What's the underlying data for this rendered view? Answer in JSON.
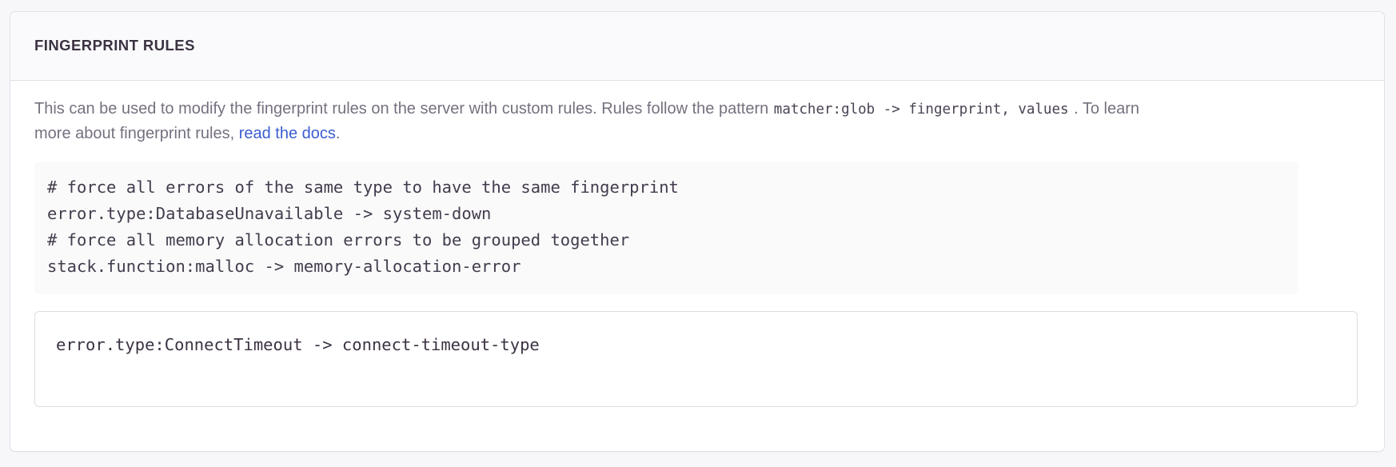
{
  "panel": {
    "title": "FINGERPRINT RULES",
    "description": {
      "part1": "This can be used to modify the fingerprint rules on the server with custom rules. Rules follow the pattern ",
      "code1": "matcher:glob -> fingerprint, values",
      "part2": " . To learn more about fingerprint rules, ",
      "link_label": "read the docs",
      "part3": "."
    },
    "example_block": {
      "lines": [
        "# force all errors of the same type to have the same fingerprint",
        "error.type:DatabaseUnavailable -> system-down",
        "# force all memory allocation errors to be grouped together",
        "stack.function:malloc -> memory-allocation-error"
      ]
    },
    "rules_input": {
      "value": "error.type:ConnectTimeout -> connect-timeout-type",
      "placeholder": ""
    }
  },
  "colors": {
    "page_background": "#f7f7fa",
    "panel_background": "#ffffff",
    "panel_header_background": "#fafafc",
    "panel_border": "#e0e0e8",
    "title_text": "#3b3242",
    "body_text": "#76707f",
    "link": "#3b5dd0",
    "code_text": "#433c4d",
    "example_block_background": "#fafafa",
    "input_border": "#dededf"
  }
}
